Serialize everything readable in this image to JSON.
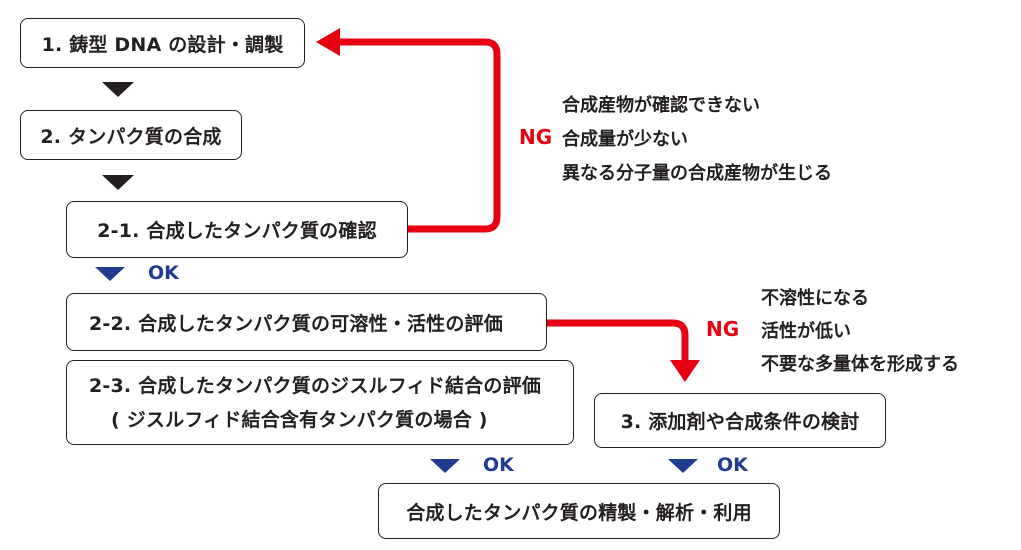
{
  "boxes": {
    "step1": "1. 鋳型 DNA の設計・調製",
    "step2": "2. タンパク質の合成",
    "step2_1": "2-1. 合成したタンパク質の確認",
    "step2_2": "2-2. 合成したタンパク質の可溶性・活性の評価",
    "step2_3_line1": "2-3. 合成したタンパク質のジスルフィド結合の評価",
    "step2_3_line2": "( ジスルフィド結合含有タンパク質の場合 )",
    "step3": "3. 添加剤や合成条件の検討",
    "final": "合成したタンパク質の精製・解析・利用"
  },
  "labels": {
    "ok_after_2_1": "OK",
    "ok_left_final": "OK",
    "ok_right_final": "OK",
    "ng_upper": "NG",
    "ng_lower": "NG"
  },
  "ng_upper_reasons": [
    "合成産物が確認できない",
    "合成量が少ない",
    "異なる分子量の合成産物が生じる"
  ],
  "ng_lower_reasons": [
    "不溶性になる",
    "活性が低い",
    "不要な多量体を形成する"
  ],
  "colors": {
    "ng_arrow": "#e60012",
    "ok": "#1f3d8f",
    "flow": "#231f20"
  }
}
